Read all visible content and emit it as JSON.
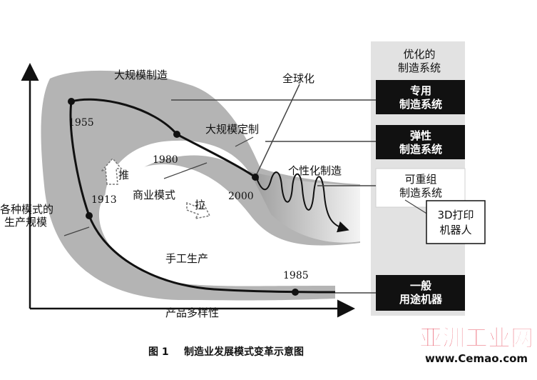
{
  "axes": {
    "y_label_line1": "各种模式的",
    "y_label_line2": "生产规模",
    "x_label": "产品多样性"
  },
  "curve_labels": {
    "mass_production": "大规模制造",
    "globalization": "全球化",
    "mass_customization": "大规模定制",
    "personalized": "个性化制造",
    "business_model": "商业模式",
    "push": "推",
    "pull": "拉",
    "craft": "手工生产"
  },
  "years": {
    "y1955": "1955",
    "y1980": "1980",
    "y1913": "1913",
    "y2000": "2000",
    "y1985": "1985"
  },
  "side_panel": {
    "optimized_line1": "优化的",
    "optimized_line2": "制造系统",
    "dedicated_line1": "专用",
    "dedicated_line2": "制造系统",
    "flexible_line1": "弹性",
    "flexible_line2": "制造系统",
    "reconfig_line1": "可重组",
    "reconfig_line2": "制造系统",
    "printer_line1": "3D打印",
    "printer_line2": "机器人",
    "general_line1": "一般",
    "general_line2": "用途机器"
  },
  "caption": {
    "figure_number": "图 1",
    "title": "制造业发展模式变革示意图"
  },
  "watermark": {
    "brand": "亚洲工业网",
    "url": "www.Cemao.com"
  },
  "colors": {
    "band_gray": "#b4b4b4",
    "panel_gray": "#e2e2e2",
    "box_dark": "#111111",
    "watermark_red": "#e0001a"
  }
}
